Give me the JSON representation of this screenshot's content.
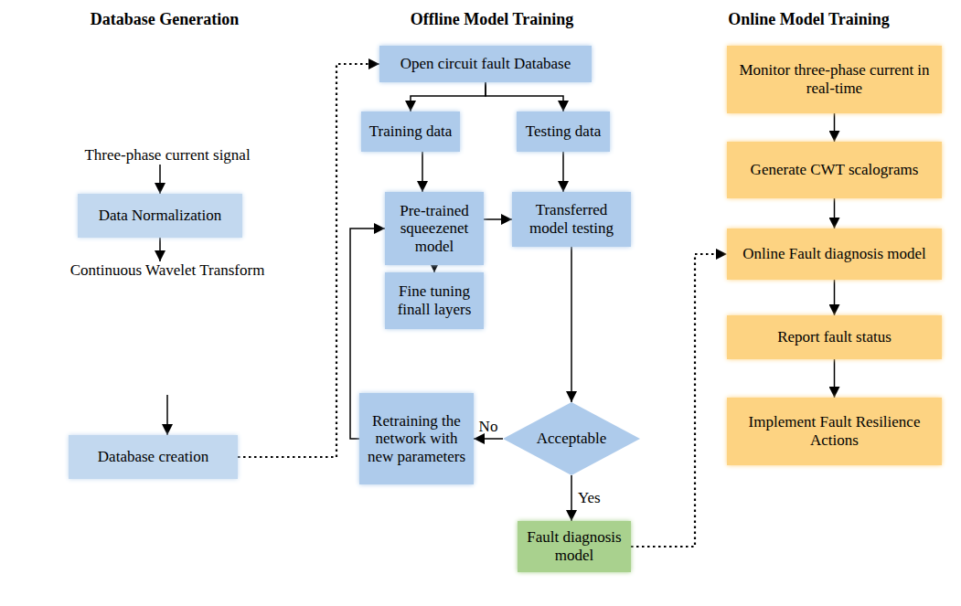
{
  "diagram": {
    "nodes": [
      {
        "text": [
          "Database Generation"
        ]
      },
      {
        "text": [
          "Three-phase current signal"
        ],
        "in": 0
      },
      {
        "text": [
          "Data Normalization"
        ],
        "in": 0
      },
      {
        "text": [
          "Continuous Wavelet Transform"
        ],
        "in": 0
      },
      {
        "text": [
          "Database creation"
        ],
        "in": 0
      },
      {
        "text": [
          "Offline Model Training"
        ]
      },
      {
        "text": [
          "Open circuit fault Database"
        ],
        "in": 5
      },
      {
        "text": [
          "Training data"
        ],
        "in": 5
      },
      {
        "text": [
          "Testing data"
        ],
        "in": 5
      },
      {
        "text": [
          "Pre-trained squeezenet model"
        ],
        "in": 5
      },
      {
        "text": [
          "Fine tuning finall layers"
        ],
        "in": 5
      },
      {
        "text": [
          "Transferred model testing"
        ],
        "in": 5
      },
      {
        "text": [
          "Acceptable"
        ],
        "in": 5
      },
      {
        "text": [
          "Retraining the network with new parameters"
        ],
        "in": 5
      },
      {
        "text": [
          "Fault diagnosis model"
        ],
        "in": 5
      },
      {
        "text": [
          "Online Model Training"
        ]
      },
      {
        "text": [
          "Monitor three-phase current in real-time"
        ],
        "in": 15
      },
      {
        "text": [
          "Generate CWT scalograms"
        ],
        "in": 15
      },
      {
        "text": [
          "Online Fault diagnosis model"
        ],
        "in": 15
      },
      {
        "text": [
          "Report fault status"
        ],
        "in": 15
      },
      {
        "text": [
          "Implement Fault Resilience Actions"
        ],
        "in": 15
      }
    ],
    "edges": [
      {
        "from": 1,
        "to": 2,
        "arrow": "to"
      },
      {
        "from": 2,
        "to": 3,
        "arrow": "to"
      },
      {
        "from": 3,
        "to": 4,
        "arrow": "to"
      },
      {
        "from": 4,
        "to": 6,
        "arrow": "to"
      },
      {
        "from": 6,
        "to": 7,
        "arrow": "to"
      },
      {
        "from": 6,
        "to": 8,
        "arrow": "to"
      },
      {
        "from": 7,
        "to": 9,
        "arrow": "to"
      },
      {
        "from": 9,
        "to": 10,
        "arrow": "to"
      },
      {
        "from": 9,
        "to": 11,
        "arrow": "to"
      },
      {
        "from": 8,
        "to": 11,
        "arrow": "to"
      },
      {
        "from": 11,
        "to": 12,
        "arrow": "to"
      },
      {
        "from": 12,
        "to": 13,
        "label": "No",
        "arrow": "to"
      },
      {
        "from": 13,
        "to": 9,
        "arrow": "to"
      },
      {
        "from": 12,
        "to": 14,
        "label": "Yes",
        "arrow": "to"
      },
      {
        "from": 14,
        "to": 18,
        "arrow": "to"
      },
      {
        "from": 16,
        "to": 17,
        "arrow": "to"
      },
      {
        "from": 17,
        "to": 18,
        "arrow": "to"
      },
      {
        "from": 18,
        "to": 19,
        "arrow": "to"
      },
      {
        "from": 19,
        "to": 20,
        "arrow": "to"
      }
    ]
  }
}
